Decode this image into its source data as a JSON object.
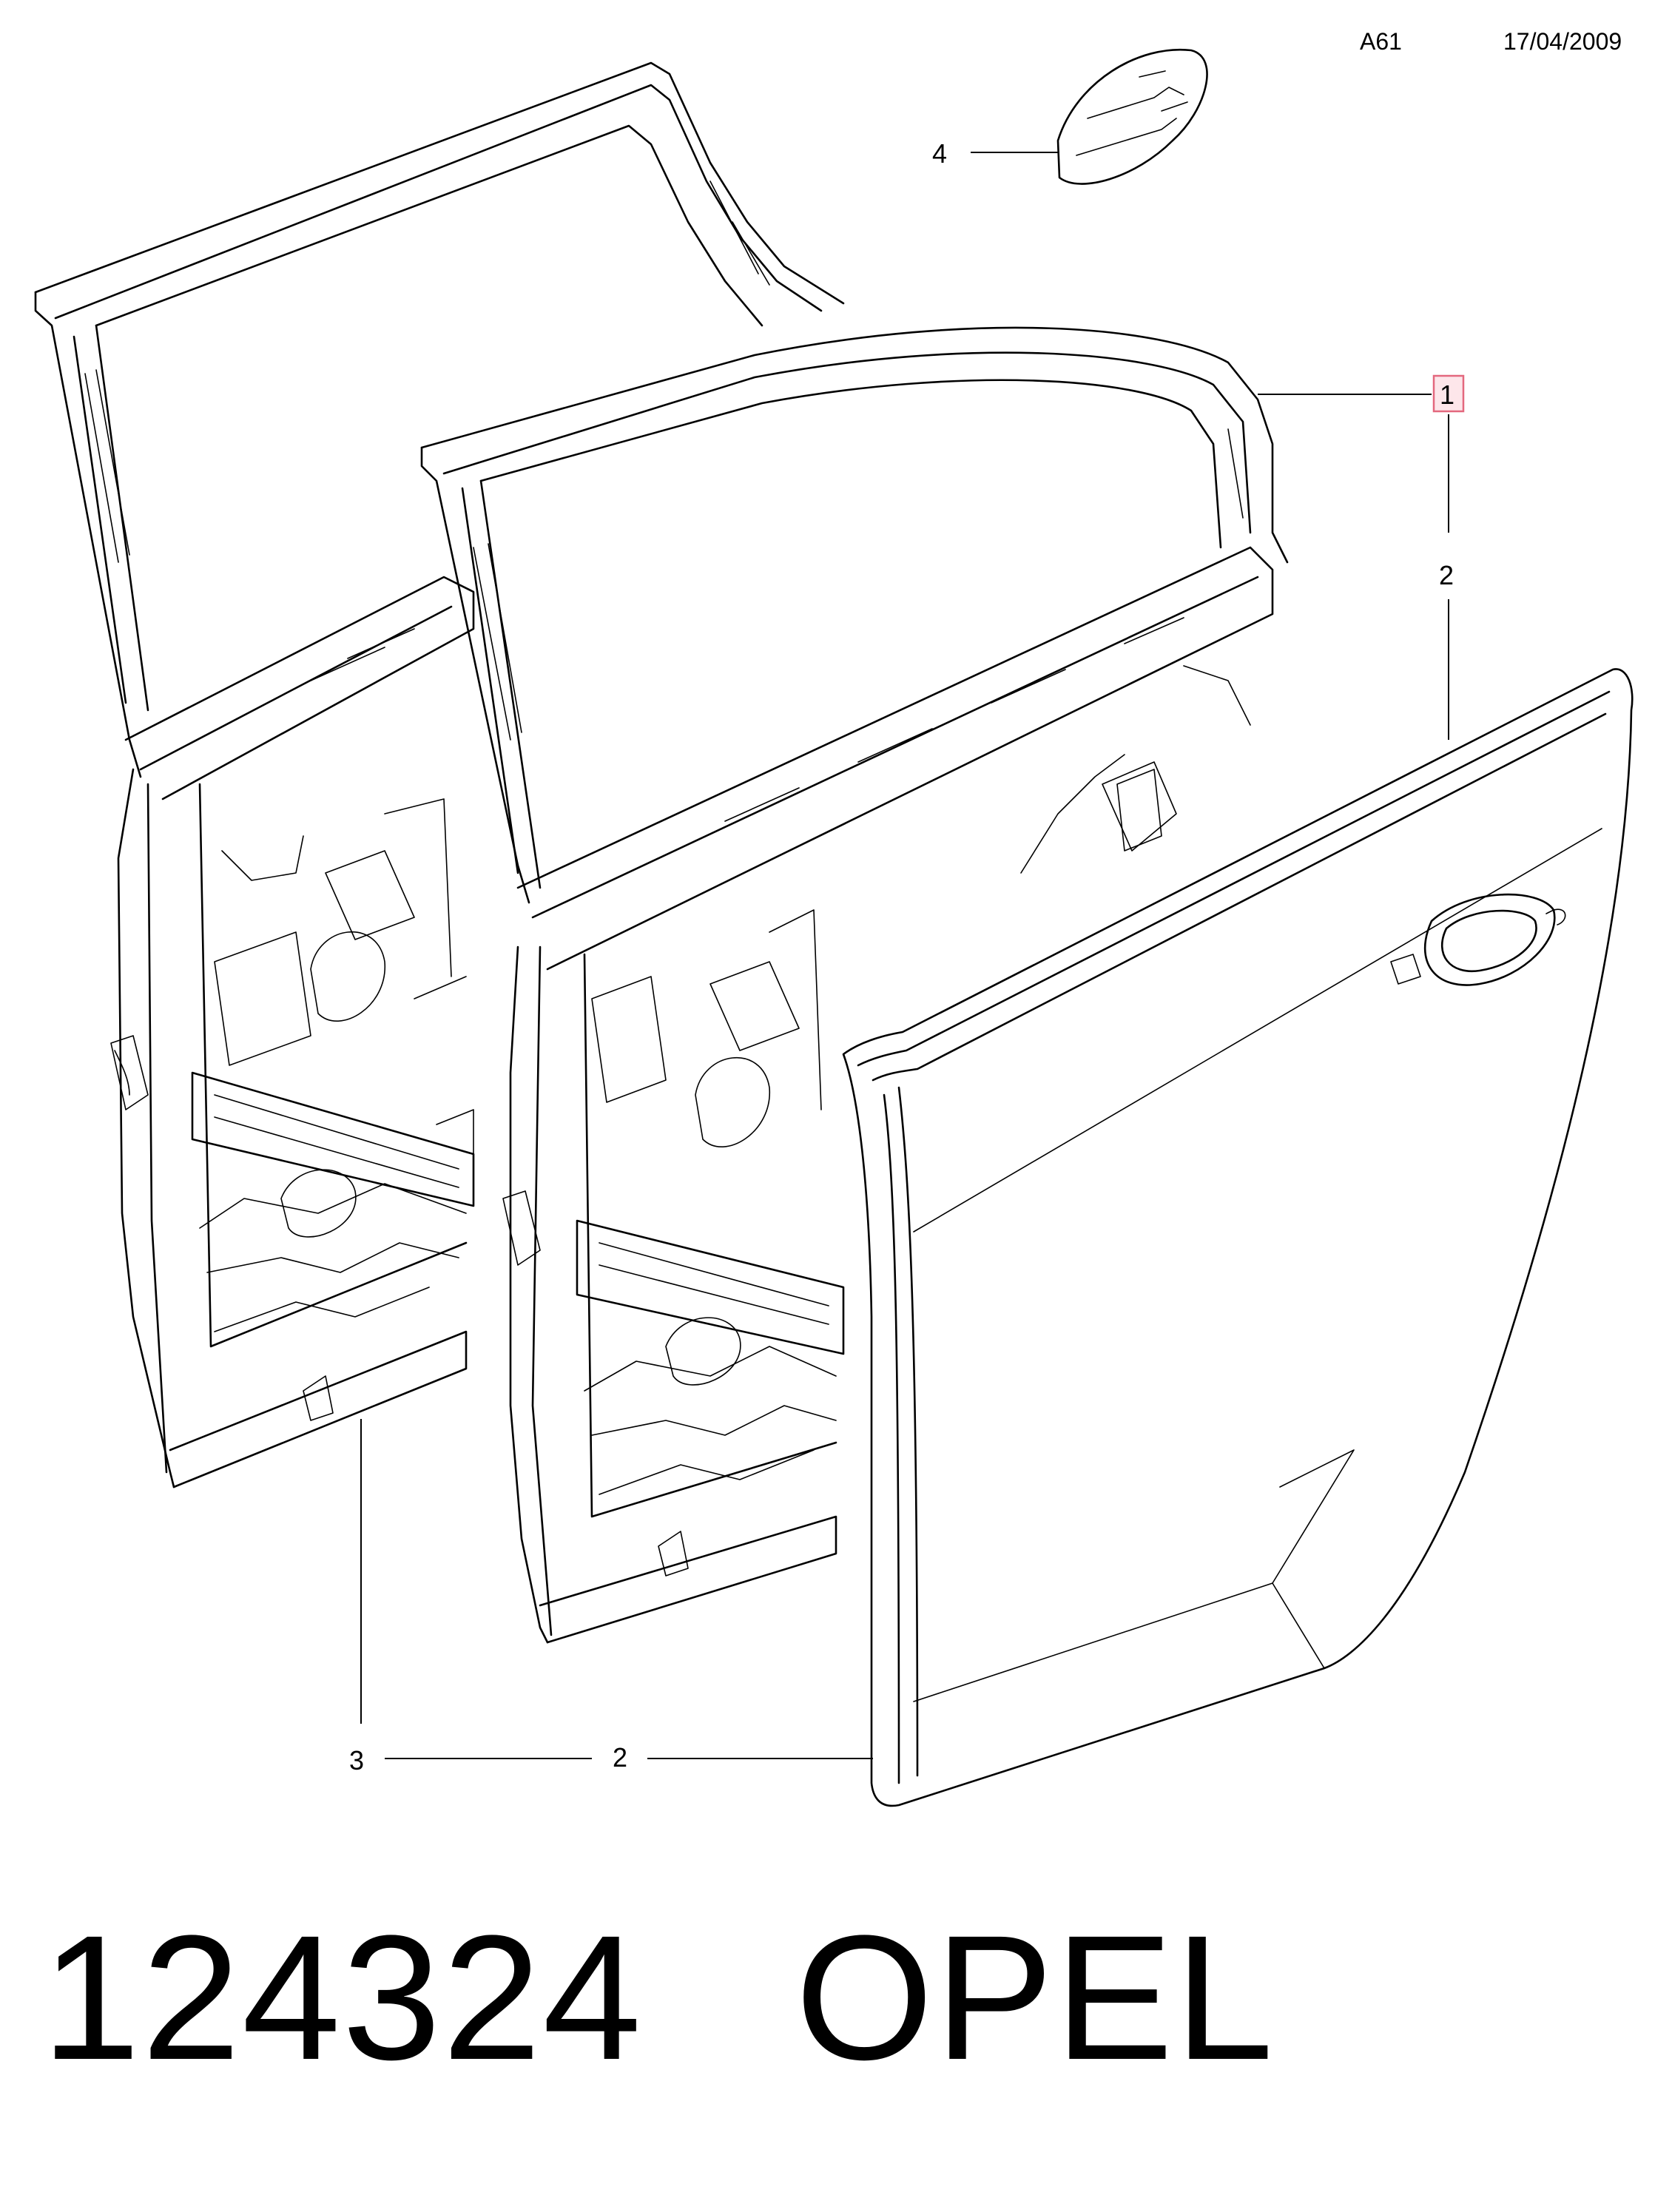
{
  "header": {
    "code": "A61",
    "date": "17/04/2009"
  },
  "callouts": {
    "c1": "1",
    "c2_upper": "2",
    "c2_lower": "2",
    "c3": "3",
    "c4": "4"
  },
  "colors": {
    "highlight_fill": "#fde6ea",
    "highlight_stroke": "#e3687e",
    "line": "#000000"
  },
  "footer": {
    "part_number": "124324",
    "brand": "OPEL"
  }
}
